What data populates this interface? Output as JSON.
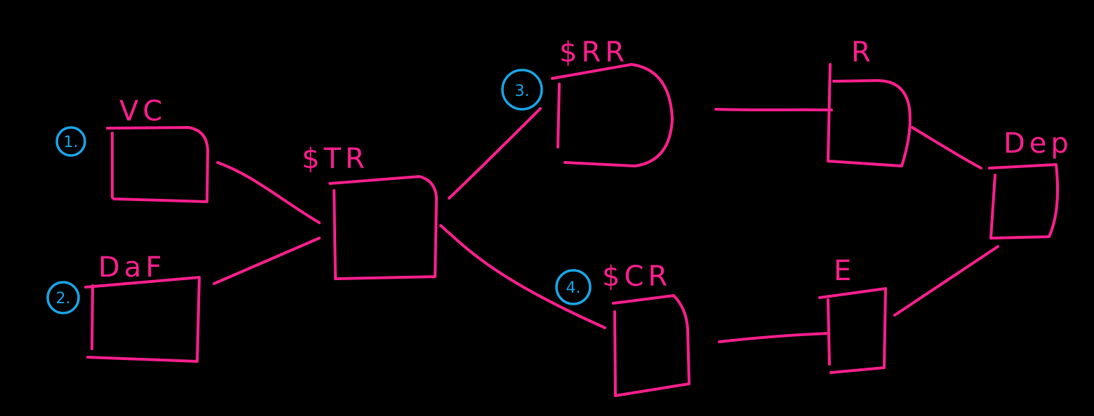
{
  "colors": {
    "background": "#000000",
    "ink": "#ff1f8e",
    "badge": "#1aa6e8"
  },
  "nodes": {
    "vc": {
      "label": "VC",
      "badge": "1."
    },
    "daf": {
      "label": "DaF",
      "badge": "2."
    },
    "str": {
      "label": "$TR"
    },
    "srr": {
      "label": "$RR",
      "badge": "3."
    },
    "scr": {
      "label": "$CR",
      "badge": "4."
    },
    "r": {
      "label": "R"
    },
    "e": {
      "label": "E"
    },
    "dep": {
      "label": "Dep"
    }
  }
}
